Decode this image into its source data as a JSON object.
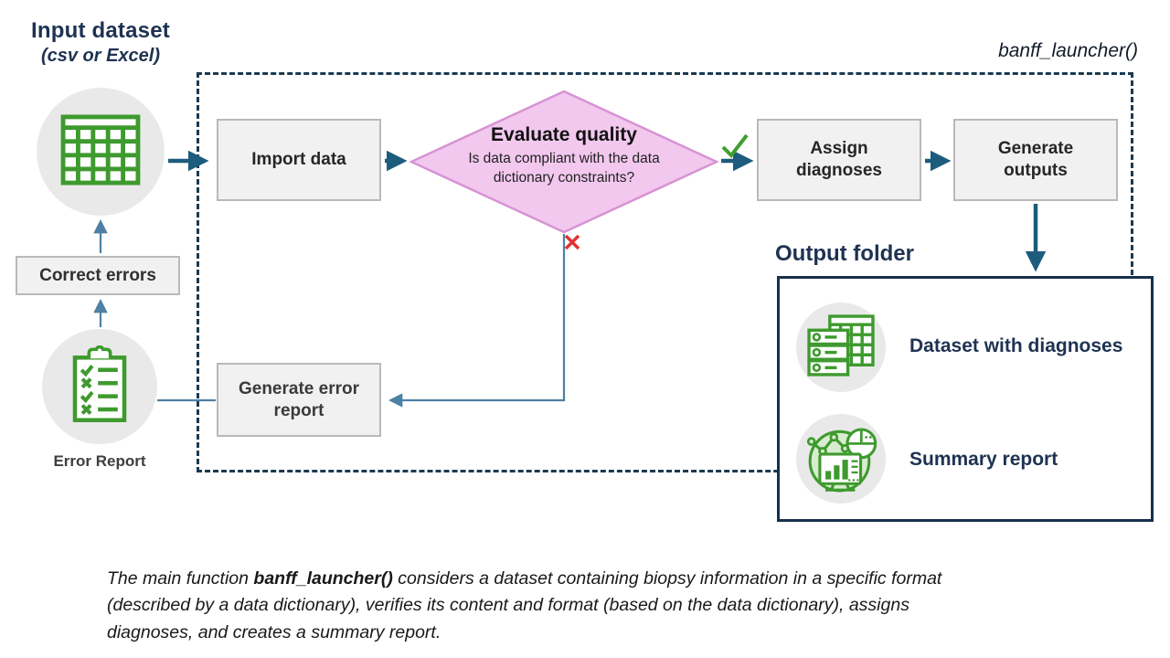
{
  "function_label": "banff_launcher()",
  "input": {
    "title": "Input dataset",
    "subtitle": "(csv or Excel)",
    "icon": "spreadsheet-table-icon"
  },
  "flow": {
    "import_label": "Import data",
    "decision_title": "Evaluate quality",
    "decision_question": "Is data compliant with the data dictionary constraints?",
    "yes_mark": "check-icon",
    "no_mark": "x-mark-icon",
    "assign_label": "Assign diagnoses",
    "outputs_label": "Generate outputs",
    "generate_error_label": "Generate error report",
    "correct_errors_label": "Correct errors",
    "error_report_label": "Error Report",
    "error_report_icon": "clipboard-checklist-icon"
  },
  "output_folder": {
    "title": "Output folder",
    "items": [
      {
        "label": "Dataset with diagnoses",
        "icon": "database-table-icon"
      },
      {
        "label": "Summary report",
        "icon": "charts-dashboard-icon"
      }
    ]
  },
  "caption": {
    "prefix": "The main function ",
    "bold": "banff_launcher()",
    "suffix": " considers a dataset containing biopsy information in a specific format (described by a data dictionary), verifies its content and format (based on the data dictionary), assigns diagnoses, and creates a summary report."
  },
  "colors": {
    "heading_navy": "#1e3252",
    "arrow_teal": "#1d5c7d",
    "loop_blue": "#4d80a4",
    "icon_green": "#3e9a2e",
    "diamond_fill": "#f2c8ee",
    "diamond_stroke": "#d793d3",
    "box_fill": "#f1f1f1",
    "box_border": "#b9b9b9",
    "circle_gray": "#e9e9e9",
    "dashed_border": "#1b3a52",
    "output_border": "#16304d",
    "check_green": "#3f9e2f",
    "x_red": "#e63030"
  }
}
